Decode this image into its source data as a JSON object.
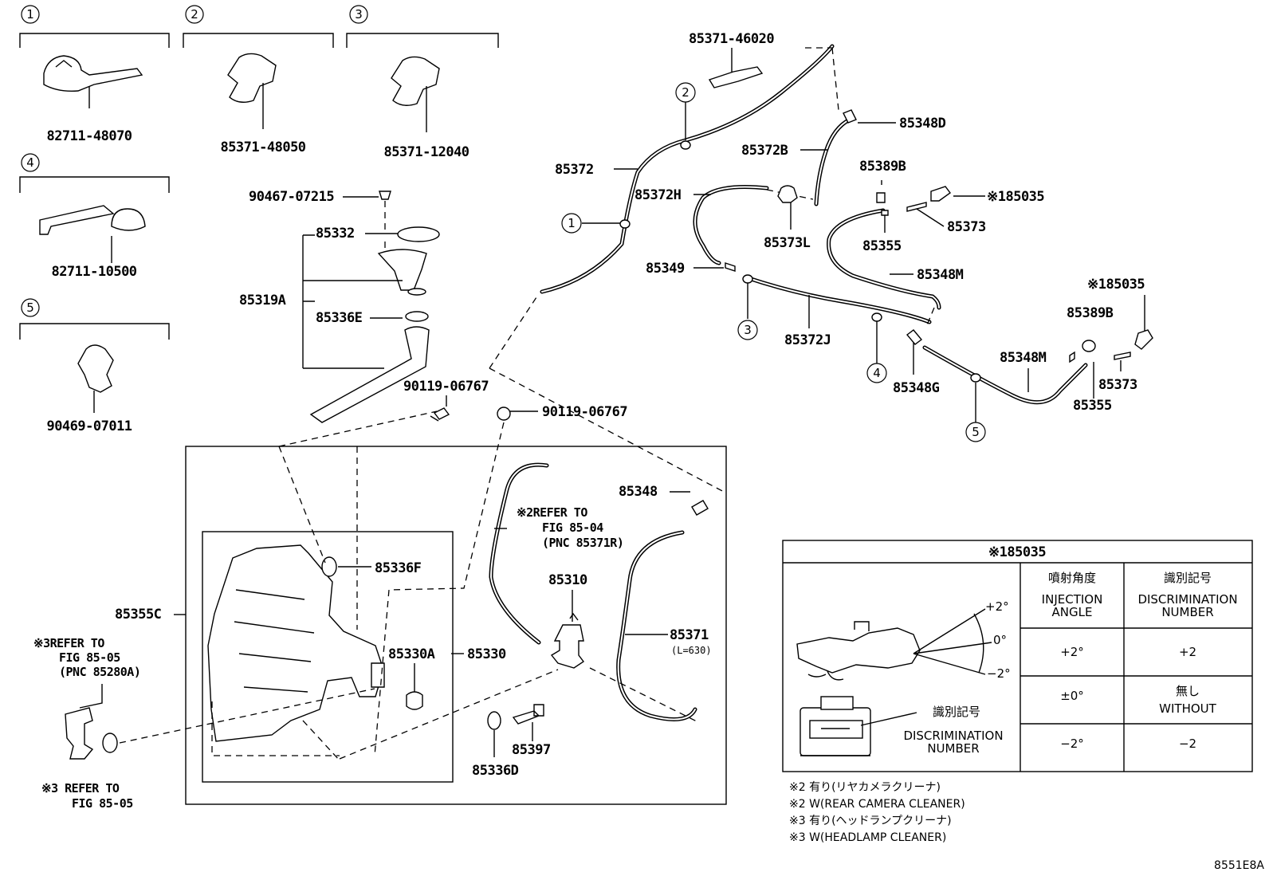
{
  "clips": [
    {
      "num": "1",
      "pn": "82711-48070"
    },
    {
      "num": "2",
      "pn": "85371-48050"
    },
    {
      "num": "3",
      "pn": "85371-12040"
    },
    {
      "num": "4",
      "pn": "82711-10500"
    },
    {
      "num": "5",
      "pn": "90469-07011"
    }
  ],
  "hose_circles": [
    "1",
    "2",
    "3",
    "4",
    "5"
  ],
  "parts": {
    "p85371_46020": "85371-46020",
    "p85348D": "85348D",
    "p85372": "85372",
    "p85372B": "85372B",
    "p85389B_a": "85389B",
    "p85035_a": "※185035",
    "p85372H": "85372H",
    "p85373_a": "85373",
    "p85373L": "85373L",
    "p85355_a": "85355",
    "p85349": "85349",
    "p85348M_a": "85348M",
    "p85035_b": "※185035",
    "p85389B_b": "85389B",
    "p85372J": "85372J",
    "p85348M_b": "85348M",
    "p85348G": "85348G",
    "p85373_b": "85373",
    "p85355_b": "85355",
    "p90467": "90467-07215",
    "p85332": "85332",
    "p85319A": "85319A",
    "p85336E": "85336E",
    "p90119_a": "90119-06767",
    "p90119_b": "90119-06767",
    "p85348": "85348",
    "p85336F": "85336F",
    "p85355C": "85355C",
    "p85310": "85310",
    "p85371": "85371",
    "p85371_len": "(L=630)",
    "p85330A": "85330A",
    "p85330": "85330",
    "p85397": "85397",
    "p85336D": "85336D"
  },
  "notes": {
    "ref2": [
      "※2REFER TO",
      "FIG 85-04",
      "(PNC 85371R)"
    ],
    "ref3a": [
      "※3REFER TO",
      "FIG 85-05",
      "(PNC 85280A)"
    ],
    "ref3b": [
      "※3 REFER TO",
      "FIG 85-05"
    ]
  },
  "table": {
    "title": "※185035",
    "col_angle_jp": "噴射角度",
    "col_angle_en_1": "INJECTION",
    "col_angle_en_2": "ANGLE",
    "col_disc_jp": "識別記号",
    "col_disc_en_1": "DISCRIMINATION",
    "col_disc_en_2": "NUMBER",
    "angle_plus": "+2°",
    "angle_zero": "0°",
    "angle_minus": "−2°",
    "disc_label_jp": "識別記号",
    "disc_label_en_1": "DISCRIMINATION",
    "disc_label_en_2": "NUMBER",
    "rows": [
      {
        "angle": "+2°",
        "disc": "+2",
        "disc2": ""
      },
      {
        "angle": "±0°",
        "disc": "無し",
        "disc2": "WITHOUT"
      },
      {
        "angle": "−2°",
        "disc": "−2",
        "disc2": ""
      }
    ]
  },
  "footnotes": [
    "※2 有り(リヤカメラクリーナ)",
    "※2 W(REAR CAMERA CLEANER)",
    "※3 有り(ヘッドランプクリーナ)",
    "※3 W(HEADLAMP CLEANER)"
  ],
  "diagram_code": "8551E8A"
}
